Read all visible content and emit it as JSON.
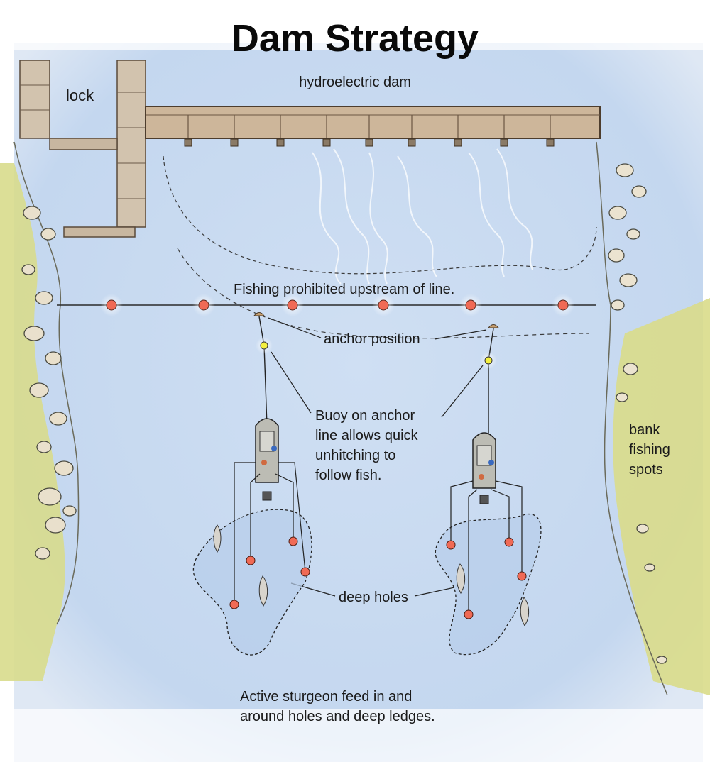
{
  "title": "Dam Strategy",
  "labels": {
    "dam": "hydroelectric dam",
    "lock": "lock",
    "prohibited": "Fishing prohibited upstream of line.",
    "anchor": "anchor position",
    "buoy": [
      "Buoy on anchor",
      "line allows quick",
      "unhitching to",
      "follow fish."
    ],
    "bank": [
      "bank",
      "fishing",
      "spots"
    ],
    "holes": "deep holes",
    "sturgeon": [
      "Active sturgeon feed in and",
      "around holes and deep ledges."
    ]
  },
  "colors": {
    "water": "#c9daf0",
    "water_deep": "#b3cbea",
    "bank": "#d9dc8a",
    "dam": "#c9b49a",
    "float": "#f06a55",
    "buoy": "#f4f040",
    "boat": "#b8b8b0"
  },
  "icons": [
    "dam-structure",
    "lock-structure",
    "rock-icon",
    "float-buoy-icon",
    "anchor-icon",
    "anchor-buoy-icon",
    "boat-icon",
    "sturgeon-icon",
    "bait-weight-icon"
  ]
}
